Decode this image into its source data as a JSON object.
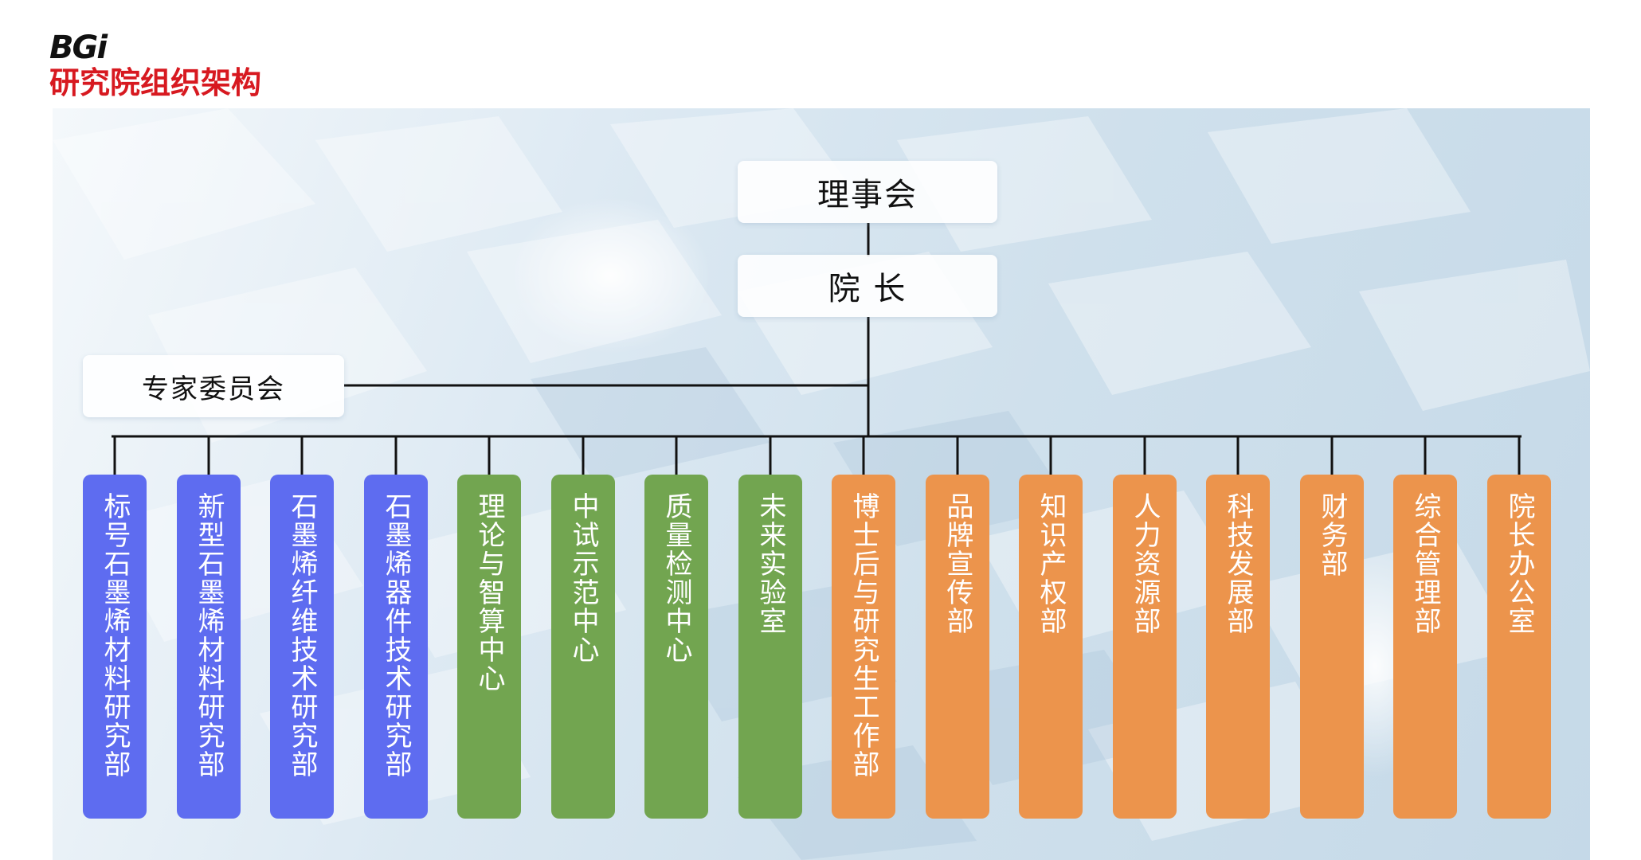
{
  "header": {
    "logo_text": "BGi",
    "title": "研究院组织架构"
  },
  "colors": {
    "accent_red": "#d71920",
    "research": "#5e6cf0",
    "center": "#72a550",
    "admin": "#ec944c"
  },
  "org": {
    "board": "理事会",
    "president": "院 长",
    "expert_committee": "专家委员会",
    "departments": [
      {
        "name": "标号石墨烯材料研究部",
        "group": "research"
      },
      {
        "name": "新型石墨烯材料研究部",
        "group": "research"
      },
      {
        "name": "石墨烯纤维技术研究部",
        "group": "research"
      },
      {
        "name": "石墨烯器件技术研究部",
        "group": "research"
      },
      {
        "name": "理论与智算中心",
        "group": "center"
      },
      {
        "name": "中试示范中心",
        "group": "center"
      },
      {
        "name": "质量检测中心",
        "group": "center"
      },
      {
        "name": "未来实验室",
        "group": "center"
      },
      {
        "name": "博士后与研究生工作部",
        "group": "admin"
      },
      {
        "name": "品牌宣传部",
        "group": "admin"
      },
      {
        "name": "知识产权部",
        "group": "admin"
      },
      {
        "name": "人力资源部",
        "group": "admin"
      },
      {
        "name": "科技发展部",
        "group": "admin"
      },
      {
        "name": "财务部",
        "group": "admin"
      },
      {
        "name": "综合管理部",
        "group": "admin"
      },
      {
        "name": "院长办公室",
        "group": "admin"
      }
    ]
  }
}
